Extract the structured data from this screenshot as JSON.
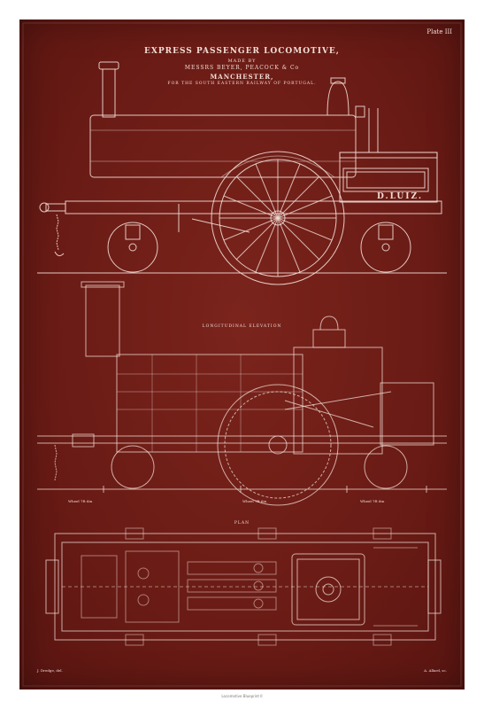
{
  "plate": {
    "plate_number": "Plate III",
    "title": "EXPRESS PASSENGER LOCOMOTIVE,",
    "made_by": "MADE BY",
    "makers": "MESSRS BEYER, PEACOCK & Co",
    "city": "MANCHESTER,",
    "railway": "FOR THE SOUTH EASTERN RAILWAY OF PORTUGAL.",
    "engine_name": "D.LUIZ.",
    "longitudinal_label": "LONGITUDINAL ELEVATION",
    "plan_label": "PLAN",
    "wheelbase_1": "Wheel 7ft 6in",
    "wheelbase_2": "Wheel 7ft 6in",
    "wheelbase_3": "Wheel 7ft 6in",
    "signature_left": "J. Dredge, del.",
    "signature_right": "A. Allard, sc."
  },
  "caption": "Locomotive Blueprint II",
  "colors": {
    "background": "#6e1d17",
    "line": "#f1ddd6",
    "frame": "#ffffff"
  }
}
